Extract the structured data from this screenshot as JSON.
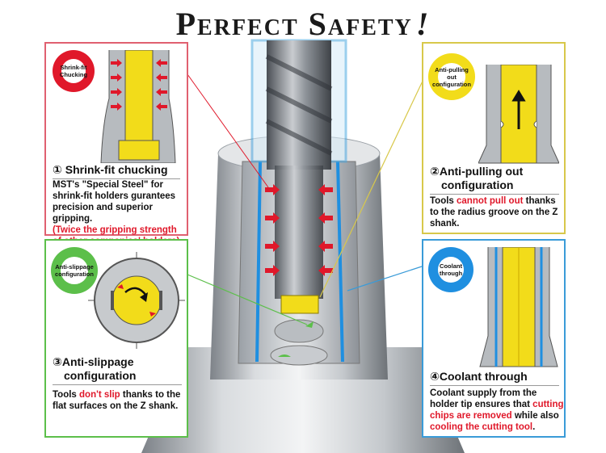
{
  "title": "Perfect Safety",
  "title_mark": "!",
  "panels": {
    "shrink": {
      "badge": "Shrink-fit Chucking",
      "heading": "① Shrink-fit chucking",
      "body1": "MST's \"Special Steel\" for shrink-fit holders gurantees precision and superior gripping.",
      "body2": "(Twice the gripping strength of other companies' holders)"
    },
    "antipull": {
      "badge": "Anti-pulling out configuration",
      "heading_1": "②Anti-pulling out",
      "heading_2": "configuration",
      "body_a": "Tools ",
      "body_b": "cannot pull out",
      "body_c": " thanks to the radius groove on the Z shank."
    },
    "antislip": {
      "badge": "Anti-slippage configuration",
      "heading_1": "③Anti-slippage",
      "heading_2": "configuration",
      "body_a": "Tools ",
      "body_b": "don't slip",
      "body_c": " thanks to the flat surfaces on the Z shank."
    },
    "coolant": {
      "badge": "Coolant through",
      "heading": "④Coolant through",
      "body_a": "Coolant supply from the holder tip ensures that ",
      "body_b": "cutting chips are removed",
      "body_c": " while also ",
      "body_d": "cooling the cutting tool",
      "body_e": "."
    }
  },
  "colors": {
    "red": "#e0182a",
    "yellow": "#f2dc1a",
    "green": "#5cbf4a",
    "blue": "#3a9bd8",
    "steel": "#a9adb2"
  }
}
